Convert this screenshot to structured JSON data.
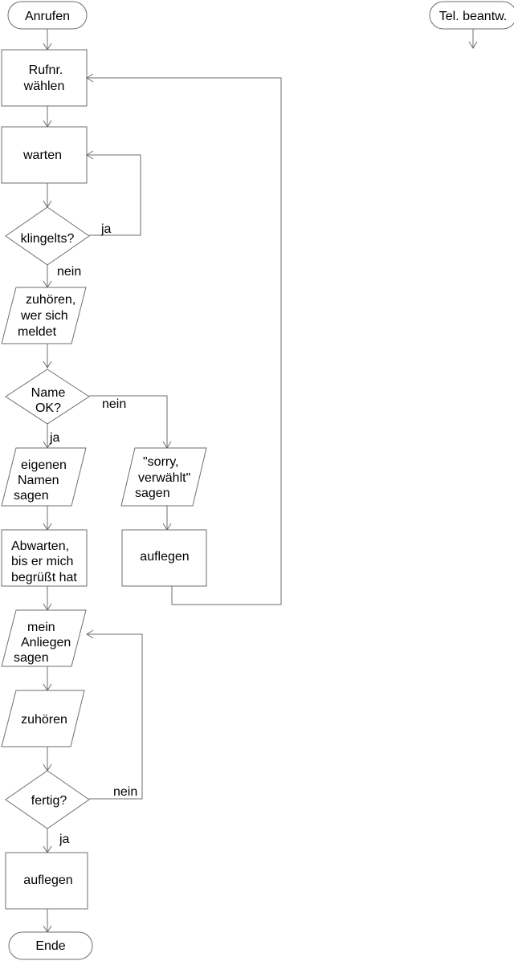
{
  "start": {
    "anrufen": "Anrufen",
    "tel_beantw": "Tel. beantw."
  },
  "nodes": {
    "rufnr": [
      "Rufnr.",
      "wählen"
    ],
    "warten": [
      "warten"
    ],
    "klingelts": [
      "klingelts?"
    ],
    "zuhoeren_meldet": [
      "zuhören,",
      "wer sich",
      "meldet"
    ],
    "name_ok": [
      "Name",
      "OK?"
    ],
    "eigenen_namen": [
      "eigenen",
      "Namen",
      "sagen"
    ],
    "sorry": [
      "\"sorry,",
      "verwählt\"",
      "sagen"
    ],
    "abwarten": [
      "Abwarten,",
      "bis er mich",
      "begrüßt hat"
    ],
    "auflegen_right": [
      "auflegen"
    ],
    "anliegen": [
      "mein",
      "Anliegen",
      "sagen"
    ],
    "zuhoeren": [
      "zuhören"
    ],
    "fertig": [
      "fertig?"
    ],
    "auflegen_bottom": [
      "auflegen"
    ],
    "ende": [
      "Ende"
    ]
  },
  "edge_labels": {
    "klingelts_ja": "ja",
    "klingelts_nein": "nein",
    "name_nein": "nein",
    "name_ja": "ja",
    "fertig_nein": "nein",
    "fertig_ja": "ja"
  }
}
